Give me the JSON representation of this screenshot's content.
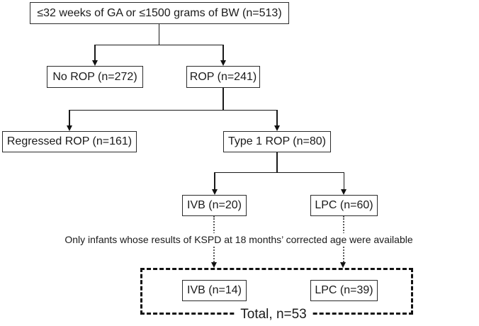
{
  "figure": {
    "background_color": "#ffffff",
    "line_color": "#1a1a1a",
    "dashed_border_color": "#111111",
    "nodes": {
      "root": "≤32 weeks of GA or ≤1500 grams of BW (n=513)",
      "no_rop": "No ROP (n=272)",
      "rop": "ROP (n=241)",
      "regressed_rop": "Regressed ROP (n=161)",
      "type1_rop": "Type 1 ROP (n=80)",
      "ivb_treated": "IVB (n=20)",
      "lpc_treated": "LPC (n=60)",
      "ivb_followed": "IVB (n=14)",
      "lpc_followed": "LPC (n=39)"
    },
    "note": "Only infants whose results of KSPD at 18 months’ corrected age were available",
    "total": "Total, n=53"
  }
}
